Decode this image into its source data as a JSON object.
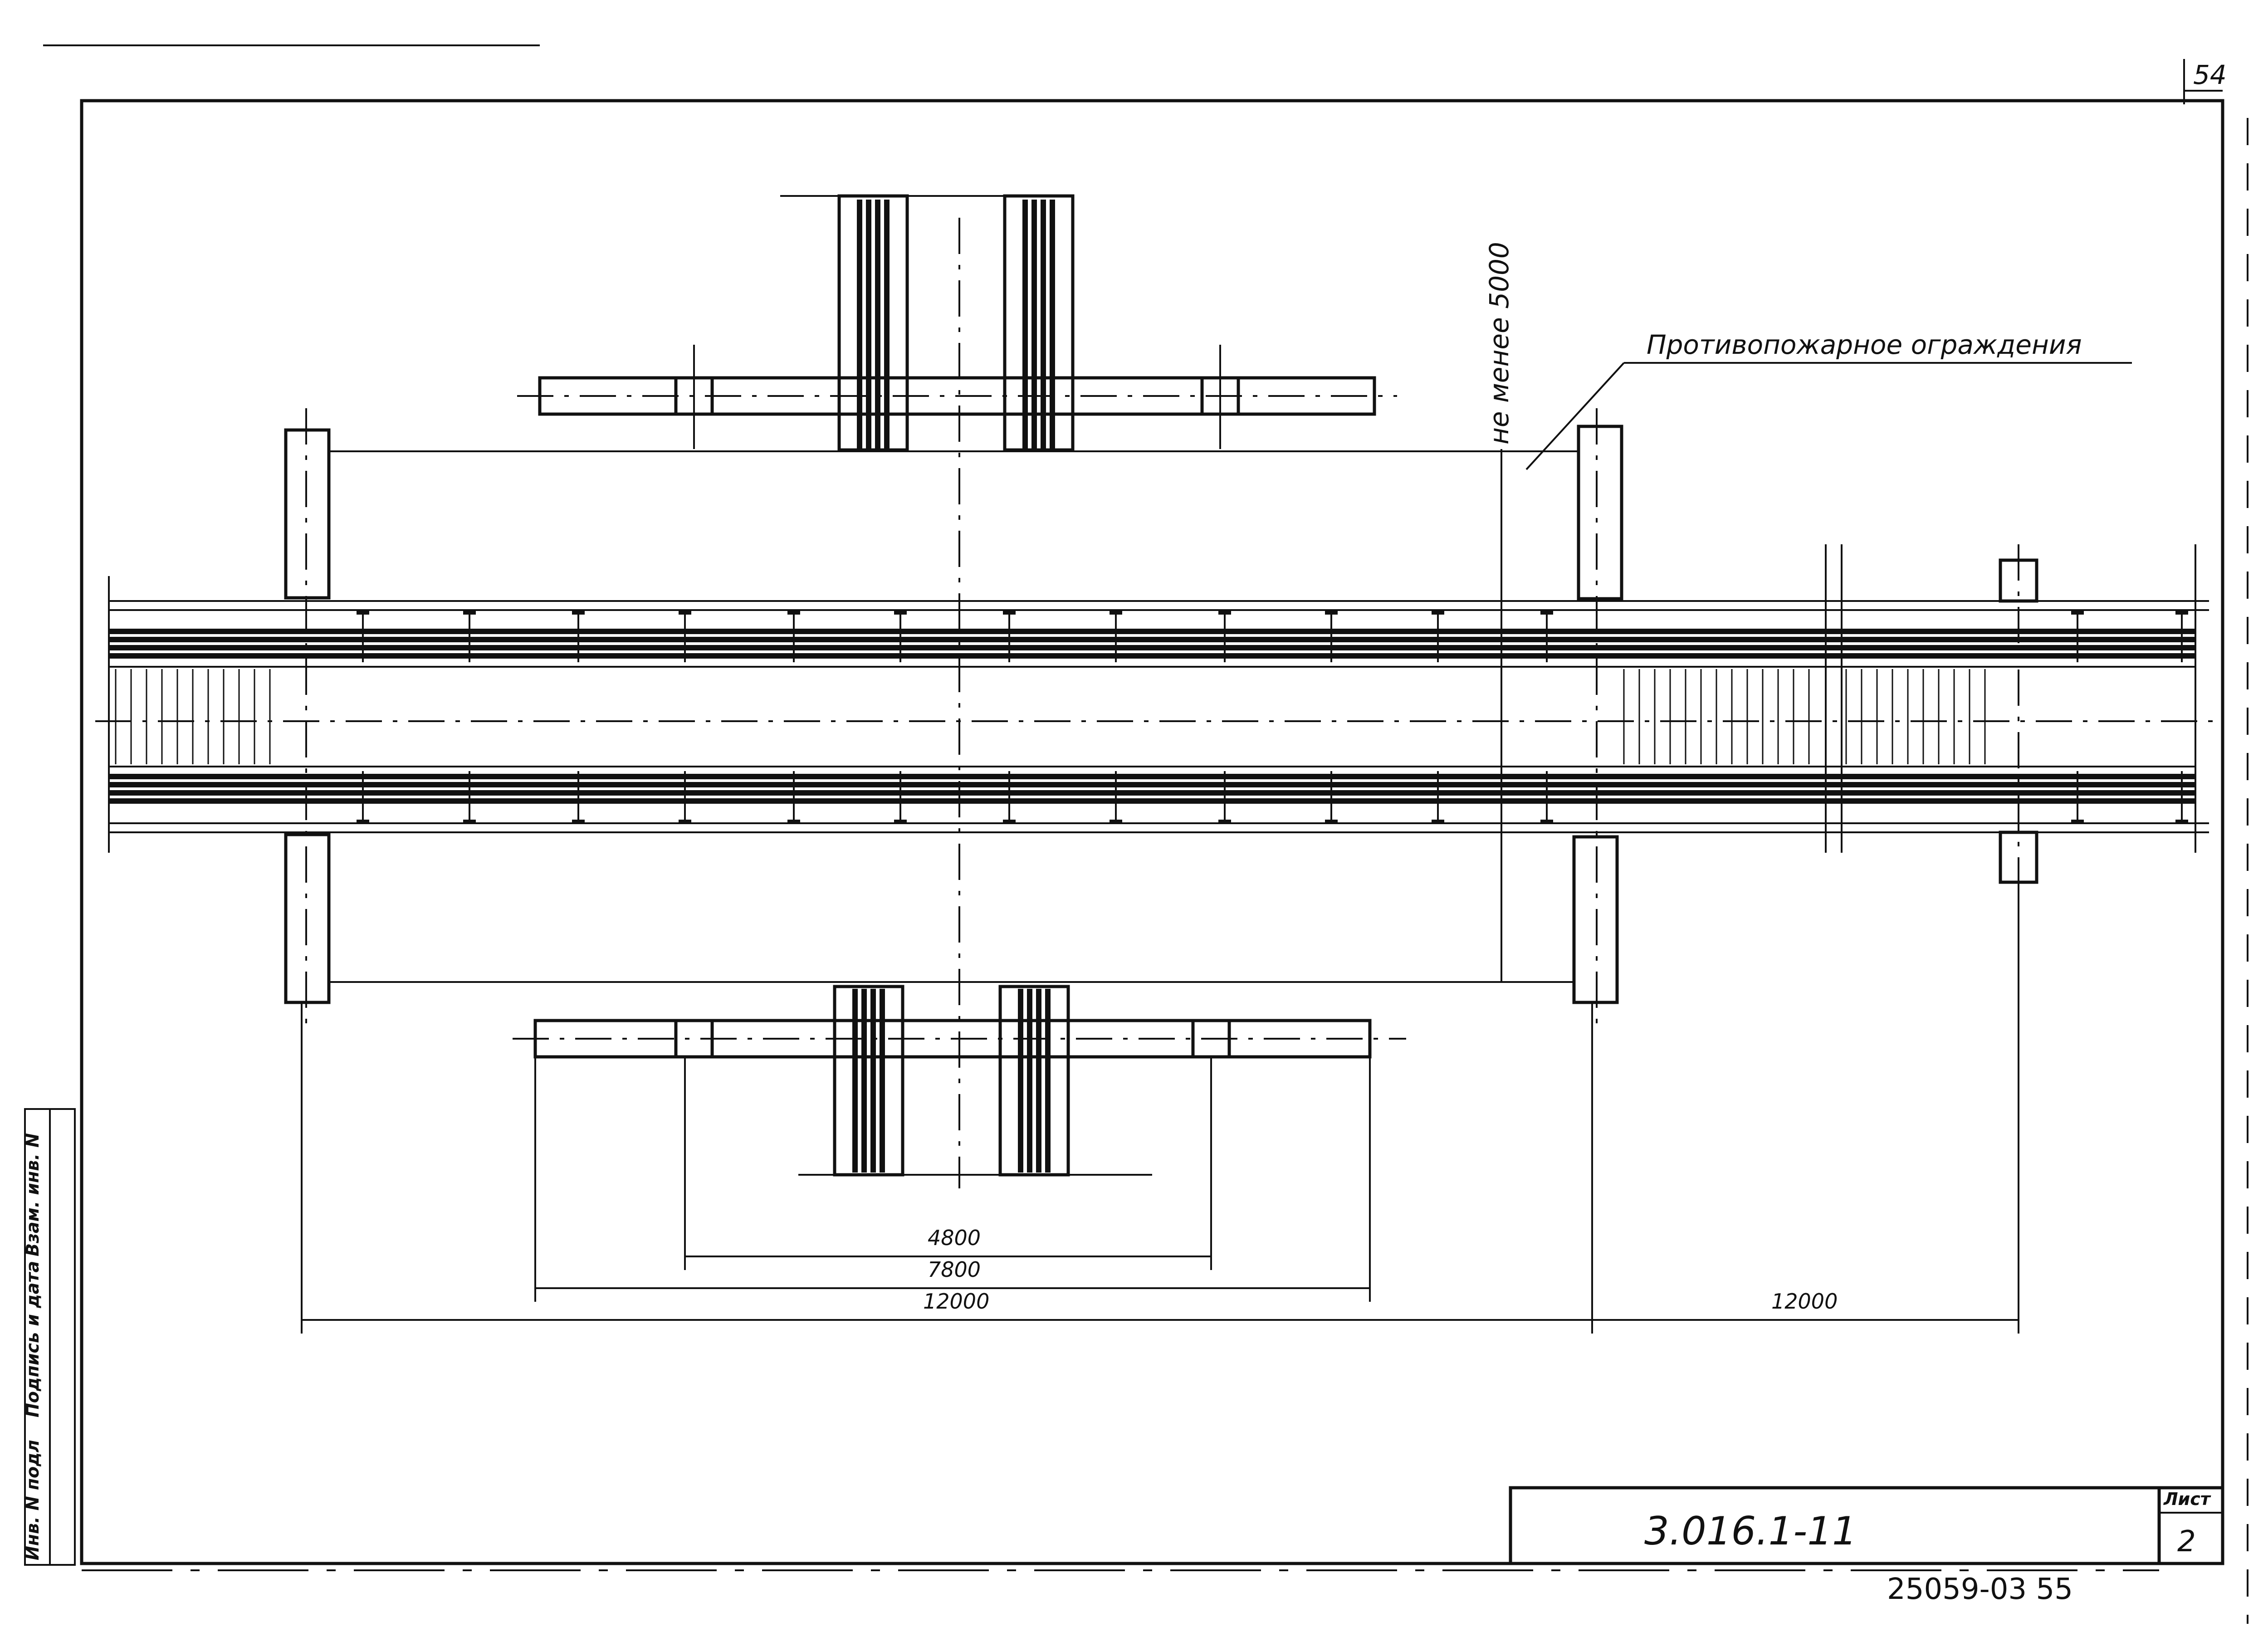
{
  "page_number": "54",
  "fire_barrier_label": "Противопожарное  ограждения",
  "min_distance_label": "не менее  5000",
  "dimensions": {
    "d4800": "4800",
    "d7800": "7800",
    "d12000_left": "12000",
    "d12000_right": "12000"
  },
  "title_block": {
    "designation": "3.016.1-11",
    "sheet_header": "Лист",
    "sheet_number": "2"
  },
  "side_stamp": {
    "inv_orig": "Инв. N подл",
    "signature_date": "Подпись и дата",
    "inv_dup": "Взам. инв. N"
  },
  "bottom_code": "25059-03  55"
}
